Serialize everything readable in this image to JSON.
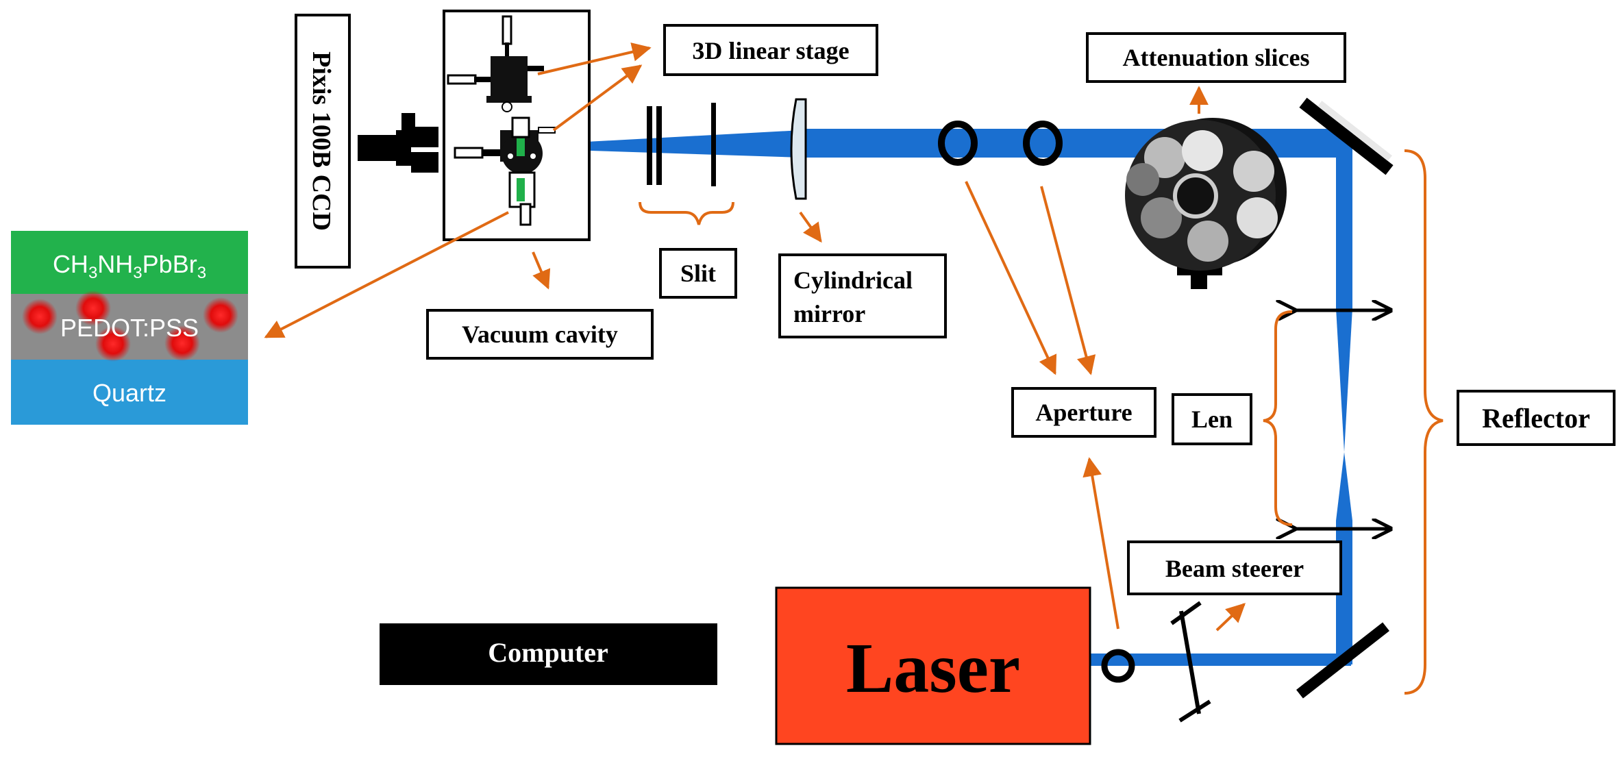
{
  "labels": {
    "ccd": "Pixis 100B CCD",
    "linear_stage": "3D linear stage",
    "attenuation": "Attenuation slices",
    "slit": "Slit",
    "cylindrical_line1": "Cylindrical",
    "cylindrical_line2": "mirror",
    "vacuum": "Vacuum cavity",
    "aperture": "Aperture",
    "len": "Len",
    "reflector": "Reflector",
    "beam_steerer": "Beam steerer",
    "computer": "Computer",
    "laser": "Laser"
  },
  "sample": {
    "top_layer": {
      "base": "CH",
      "s1": "3",
      "mid1": "NH",
      "s2": "3",
      "mid2": "PbBr",
      "s3": "3"
    },
    "middle_layer": "PEDOT:PSS",
    "bottom_layer": "Quartz"
  },
  "colors": {
    "beam": "#1a6fd0",
    "arrow": "#e06a14",
    "laser": "#ff4520",
    "sample_top": "#22b24c",
    "sample_mid": "#8c8c8c",
    "sample_bottom": "#2a9ad8",
    "dot": "#e01010"
  }
}
